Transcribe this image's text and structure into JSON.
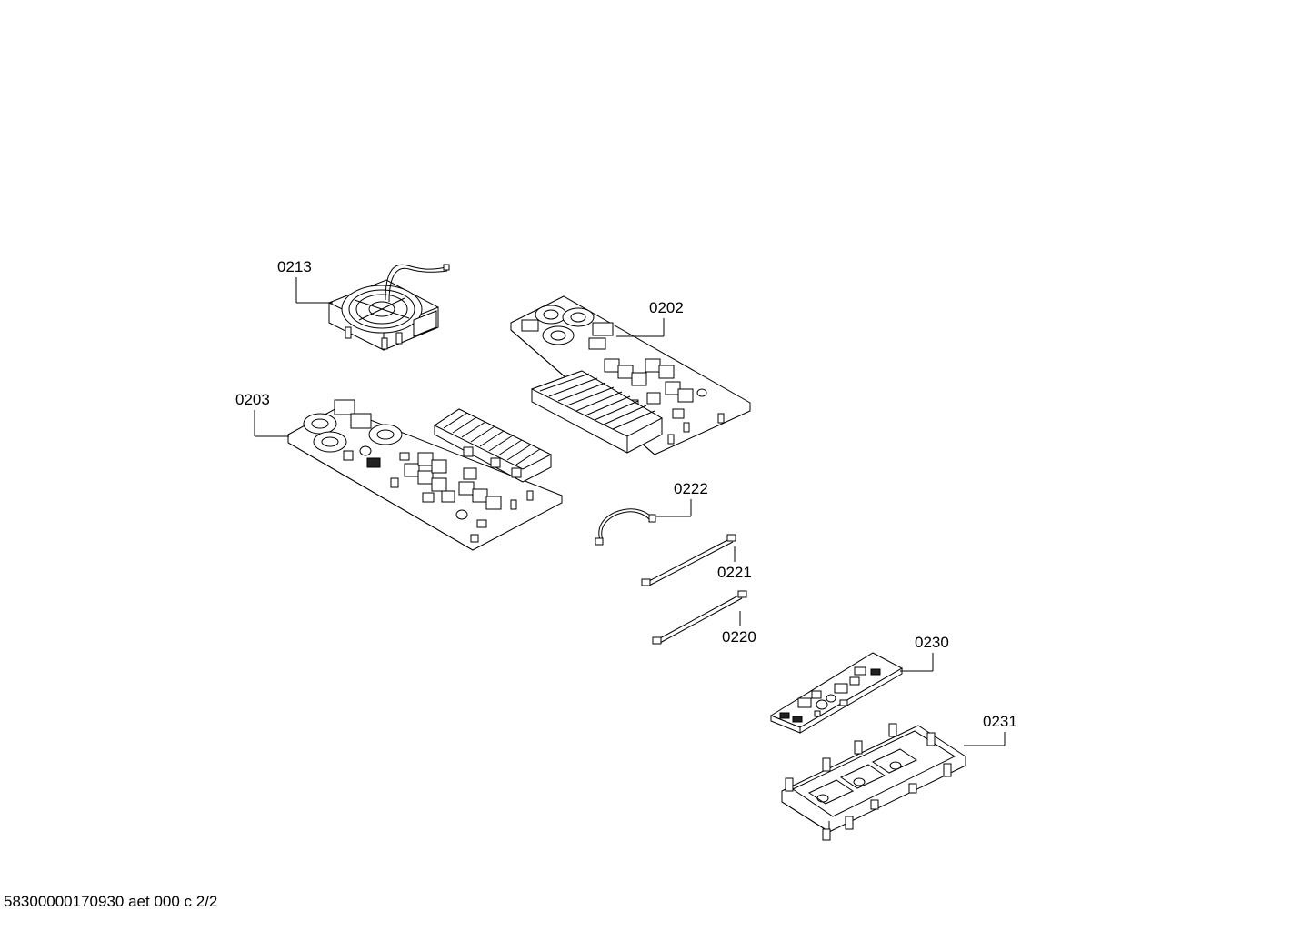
{
  "diagram": {
    "callouts": [
      {
        "id": "0213",
        "label": "0213"
      },
      {
        "id": "0202",
        "label": "0202"
      },
      {
        "id": "0203",
        "label": "0203"
      },
      {
        "id": "0222",
        "label": "0222"
      },
      {
        "id": "0221",
        "label": "0221"
      },
      {
        "id": "0220",
        "label": "0220"
      },
      {
        "id": "0230",
        "label": "0230"
      },
      {
        "id": "0231",
        "label": "0231"
      }
    ],
    "footer": "58300000170930 aet 000 c 2/2"
  }
}
